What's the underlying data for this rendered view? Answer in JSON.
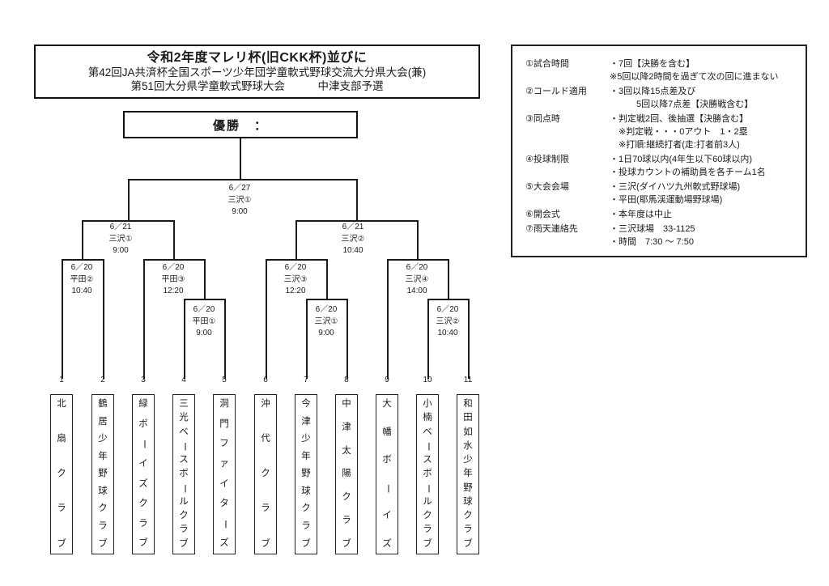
{
  "colors": {
    "ink": "#1a1a1a",
    "background": "#ffffff"
  },
  "title": {
    "line1": "令和2年度マレリ杯(旧CKK杯)並びに",
    "line2": "第42回JA共済杯全国スポーツ少年団学童軟式野球交流大分県大会(兼)",
    "line3": "第51回大分県学童軟式野球大会　　　中津支部予選"
  },
  "champion": {
    "label": "優勝　："
  },
  "matches": [
    {
      "id": "final",
      "date": "6／27",
      "venue": "三沢①",
      "time": "9:00"
    },
    {
      "id": "sfL",
      "date": "6／21",
      "venue": "三沢①",
      "time": "9:00"
    },
    {
      "id": "sfR",
      "date": "6／21",
      "venue": "三沢②",
      "time": "10:40"
    },
    {
      "id": "hirata2",
      "date": "6／20",
      "venue": "平田②",
      "time": "10:40"
    },
    {
      "id": "hirata3",
      "date": "6／20",
      "venue": "平田③",
      "time": "12:20"
    },
    {
      "id": "hirata1",
      "date": "6／20",
      "venue": "平田①",
      "time": "9:00"
    },
    {
      "id": "misawa3",
      "date": "6／20",
      "venue": "三沢③",
      "time": "12:20"
    },
    {
      "id": "misawa1",
      "date": "6／20",
      "venue": "三沢①",
      "time": "9:00"
    },
    {
      "id": "misawa4",
      "date": "6／20",
      "venue": "三沢④",
      "time": "14:00"
    },
    {
      "id": "misawa2",
      "date": "6／20",
      "venue": "三沢②",
      "time": "10:40"
    }
  ],
  "teams": [
    {
      "no": "1",
      "name": "北扇クラブ"
    },
    {
      "no": "2",
      "name": "鶴居少年野球クラブ"
    },
    {
      "no": "3",
      "name": "緑ボーイズクラブ"
    },
    {
      "no": "4",
      "name": "三光ベースボールクラブ"
    },
    {
      "no": "5",
      "name": "洞門ファイターズ"
    },
    {
      "no": "6",
      "name": "沖代クラブ"
    },
    {
      "no": "7",
      "name": "今津少年野球クラブ"
    },
    {
      "no": "8",
      "name": "中津太陽クラブ"
    },
    {
      "no": "9",
      "name": "大幡ボーイズ"
    },
    {
      "no": "10",
      "name": "小楠ベースボールクラブ"
    },
    {
      "no": "11",
      "name": "和田如水少年野球クラブ"
    }
  ],
  "rules": {
    "items": [
      {
        "num": "①",
        "label": "試合時間",
        "lines": [
          "・7回【決勝を含む】",
          "※5回以降2時間を過ぎて次の回に進まない"
        ]
      },
      {
        "num": "②",
        "label": "コールド適用",
        "lines": [
          "・3回以降15点差及び",
          "　　　5回以降7点差【決勝戦含む】"
        ]
      },
      {
        "num": "③",
        "label": "同点時",
        "lines": [
          "・判定戦2回、後抽選【決勝含む】",
          "　※判定戦・・・0アウト　1・2塁",
          "　※打順:継続打者(走:打者前3人)"
        ]
      },
      {
        "num": "④",
        "label": "投球制限",
        "lines": [
          "・1日70球以内(4年生以下60球以内)",
          "・投球カウントの補助員を各チーム1名"
        ]
      },
      {
        "num": "⑤",
        "label": "大会会場",
        "lines": [
          "・三沢(ダイハツ九州軟式野球場)",
          "・平田(耶馬渓運動場野球場)"
        ]
      },
      {
        "num": "⑥",
        "label": "開会式",
        "lines": [
          "・本年度は中止"
        ]
      },
      {
        "num": "⑦",
        "label": "雨天連絡先",
        "lines": [
          "・三沢球場　33-1125",
          "・時間　7:30 〜 7:50"
        ]
      }
    ]
  }
}
